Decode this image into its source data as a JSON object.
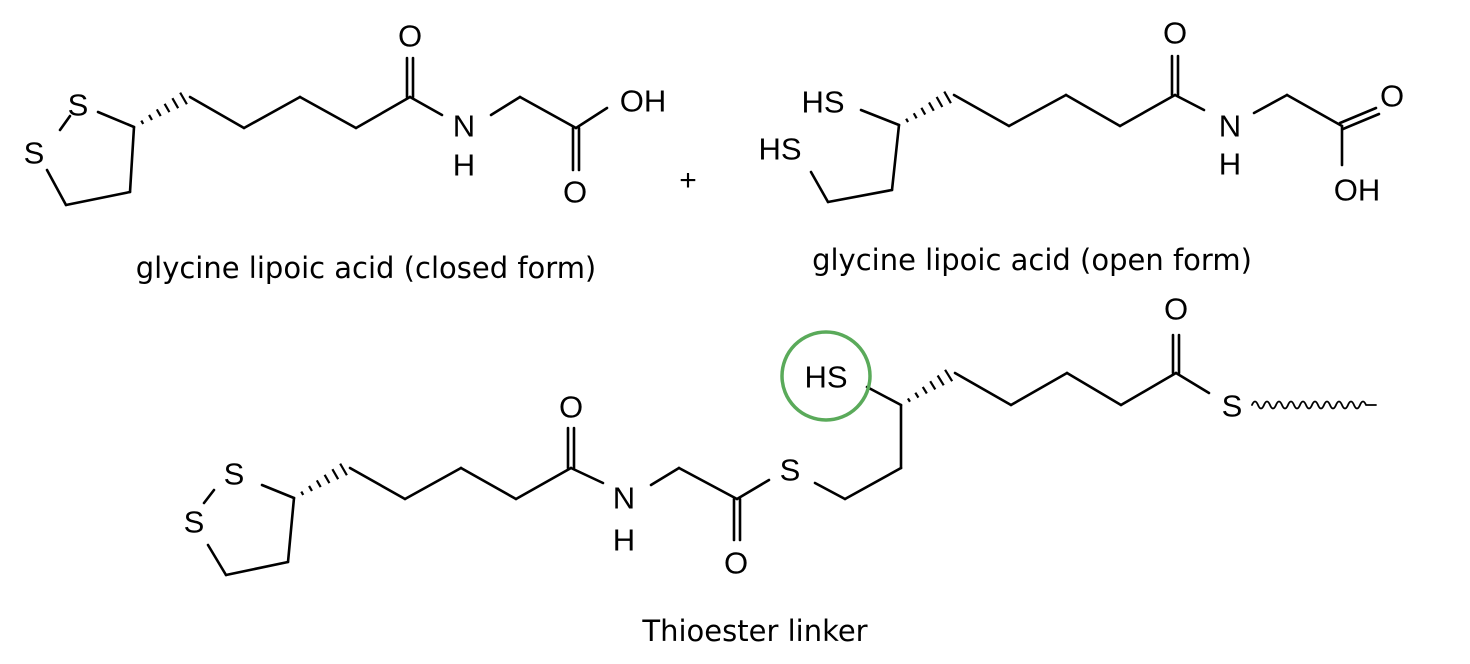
{
  "molecules": [
    {
      "caption": "glycine lipoic acid (closed form)",
      "atoms": {
        "s1": "S",
        "s2": "S",
        "o_amide": "O",
        "n": "N",
        "nh": "H",
        "oh": "OH",
        "o_acid": "O"
      }
    },
    {
      "caption": "glycine lipoic acid (open form)",
      "atoms": {
        "hs1": "HS",
        "hs2": "HS",
        "o_amide": "O",
        "n": "N",
        "nh": "H",
        "o_acid": "O",
        "oh": "OH"
      }
    },
    {
      "caption": "Thioester linker",
      "atoms": {
        "s1": "S",
        "s2": "S",
        "o_amide": "O",
        "n": "N",
        "nh": "H",
        "o_thioester": "O",
        "s_thioester": "S",
        "hs": "HS",
        "o_end": "O",
        "s_end": "S"
      }
    }
  ],
  "plus_sign": "+",
  "highlight_color": "#5aaa5a"
}
